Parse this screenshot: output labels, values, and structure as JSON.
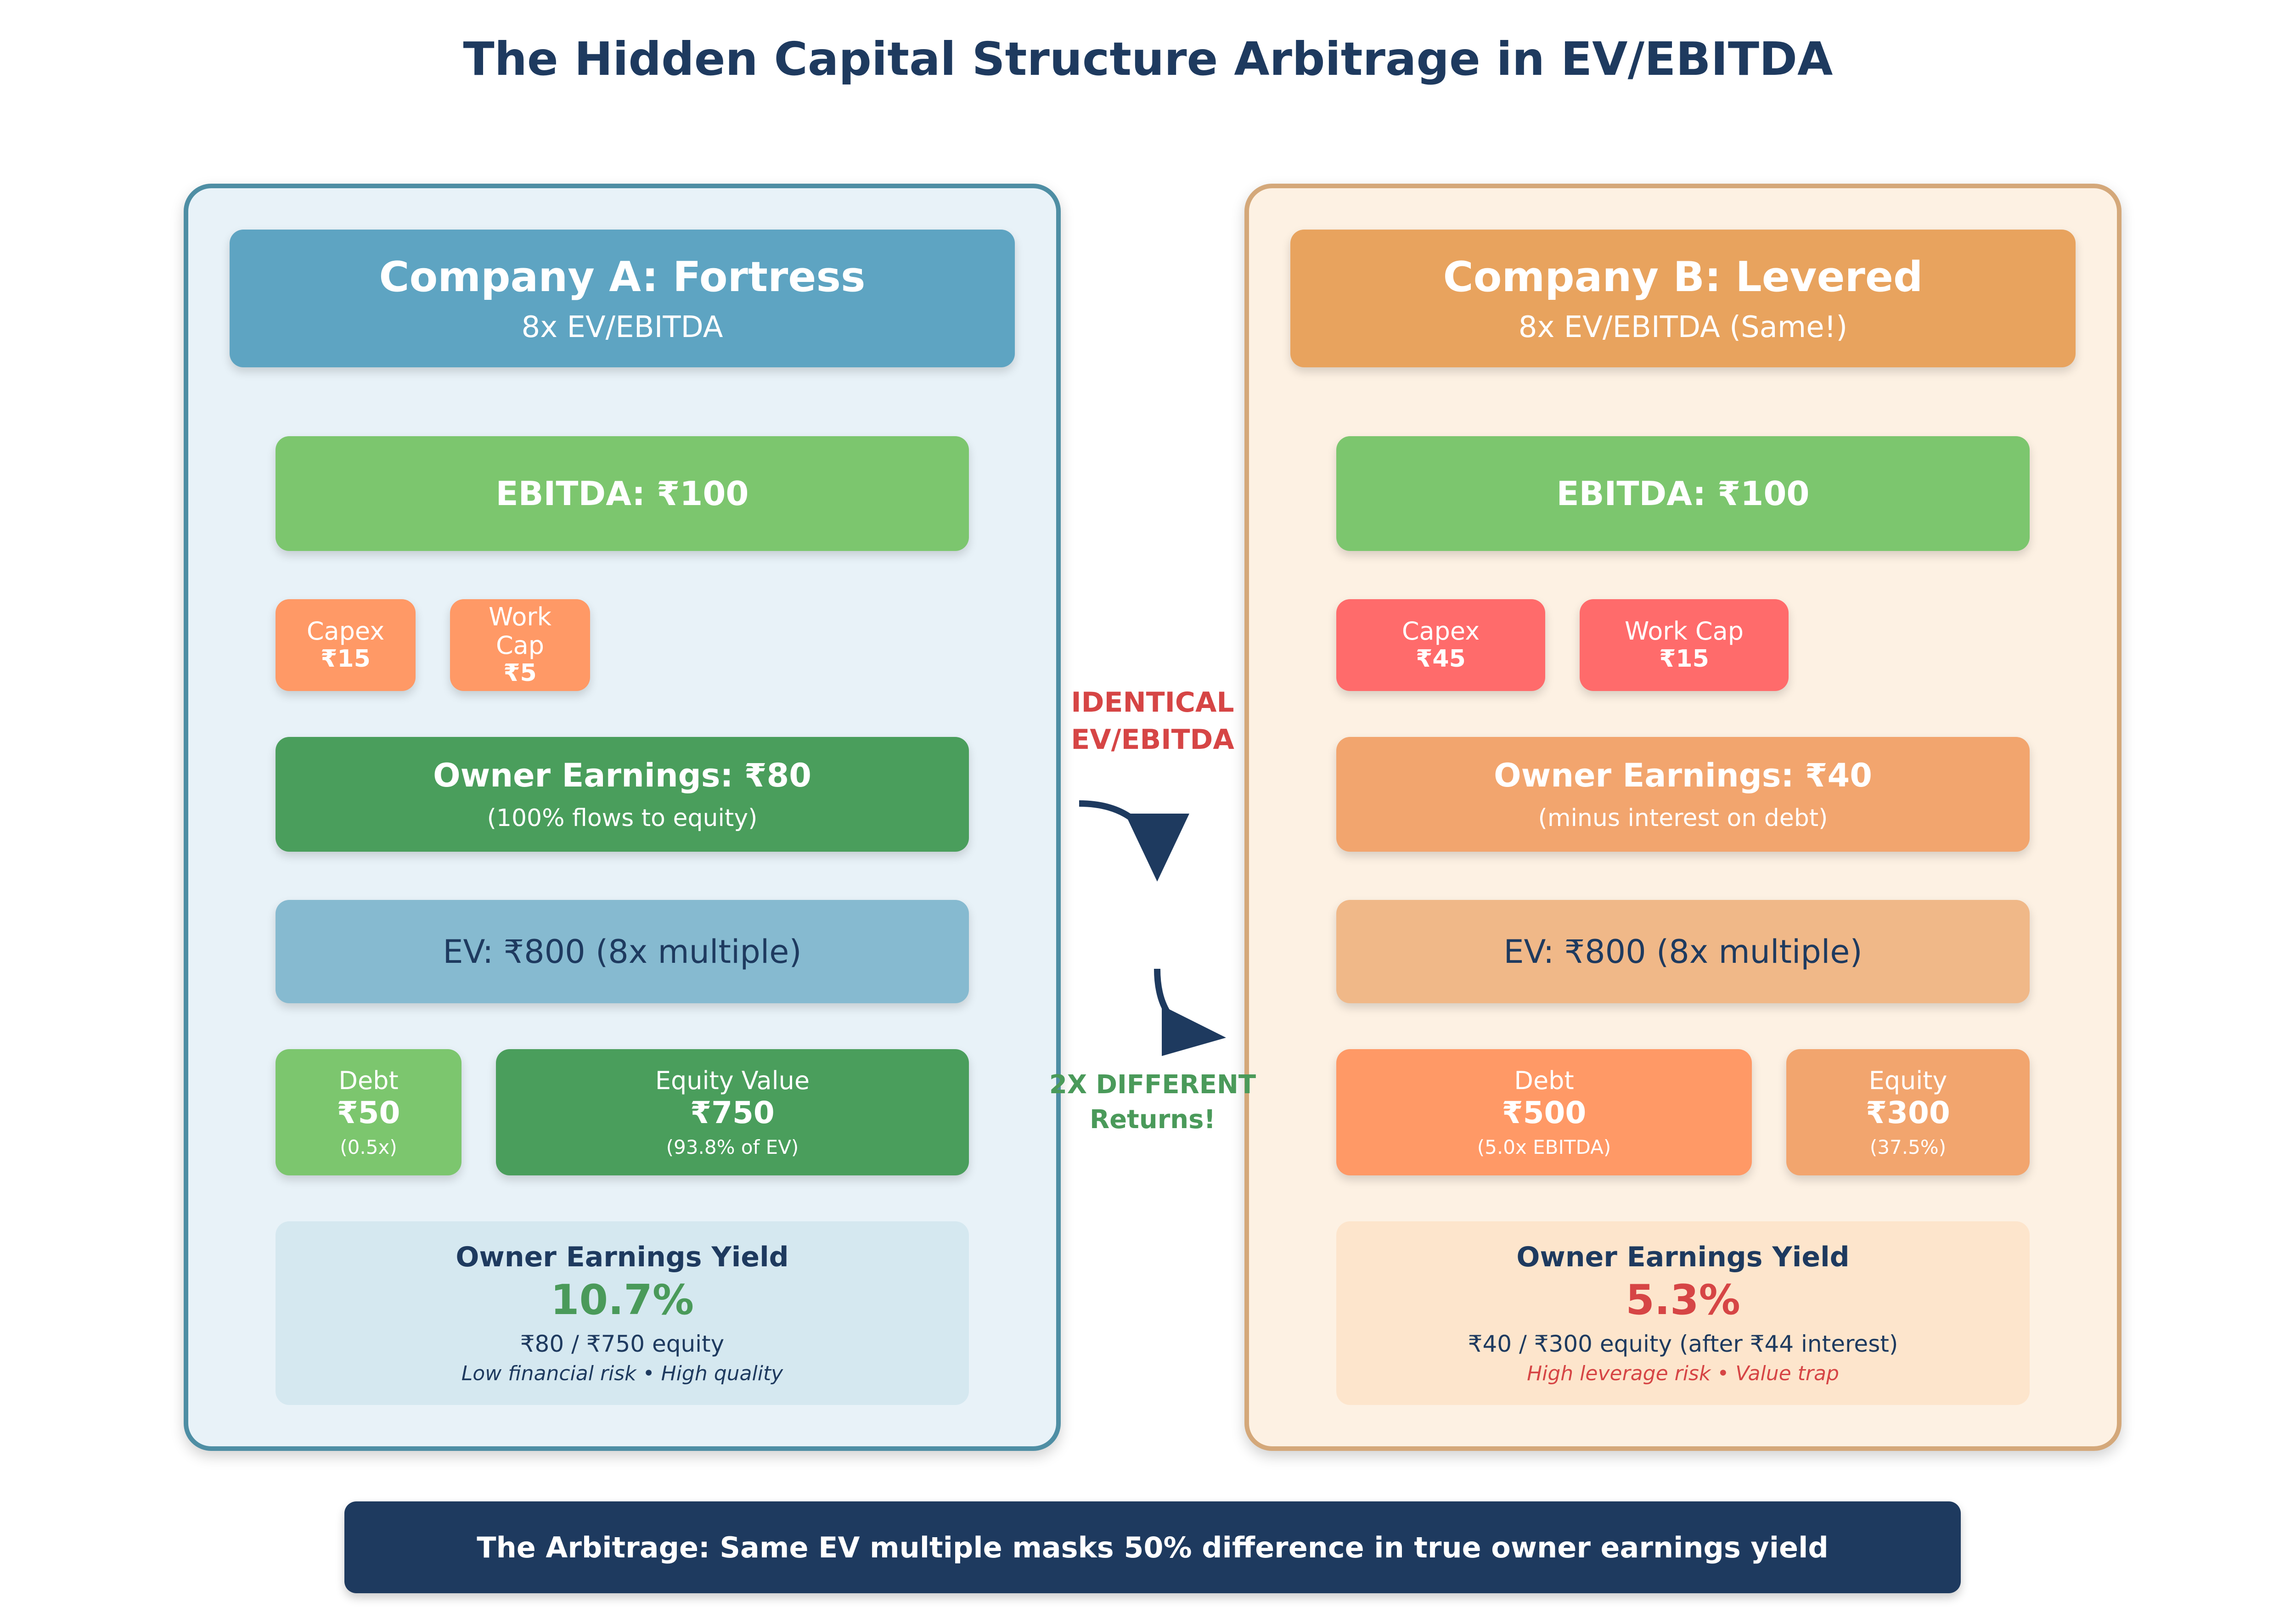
{
  "title": "The Hidden Capital Structure Arbitrage in EV/EBITDA",
  "colors": {
    "navy": "#1e3a5f",
    "panel_a_bg": "#e8f2f8",
    "panel_b_bg": "#fdf1e3",
    "green": "#7cc66e",
    "dark_green": "#4a9e5c",
    "red": "#ff6b6b",
    "orange": "#ff9966",
    "warning_red": "#d64545"
  },
  "company_a": {
    "title": "Company A: Fortress",
    "subtitle": "8x EV/EBITDA",
    "ebitda": "EBITDA: ₹100",
    "capex_label": "Capex",
    "capex_value": "₹15",
    "workcap_label": "Work Cap",
    "workcap_value": "₹5",
    "owner_title": "Owner Earnings: ₹80",
    "owner_sub": "(100% flows to equity)",
    "ev": "EV: ₹800 (8x multiple)",
    "debt_label": "Debt",
    "debt_value": "₹50",
    "debt_note": "(0.5x)",
    "equity_label": "Equity Value",
    "equity_value": "₹750",
    "equity_note": "(93.8% of EV)",
    "yield_title": "Owner Earnings Yield",
    "yield_value": "10.7%",
    "yield_formula": "₹80 / ₹750 equity",
    "yield_risk": "Low financial risk • High quality"
  },
  "company_b": {
    "title": "Company B: Levered",
    "subtitle": "8x EV/EBITDA (Same!)",
    "ebitda": "EBITDA: ₹100",
    "capex_label": "Capex",
    "capex_value": "₹45",
    "workcap_label": "Work Cap",
    "workcap_value": "₹15",
    "owner_title": "Owner Earnings: ₹40",
    "owner_sub": "(minus interest on debt)",
    "ev": "EV: ₹800 (8x multiple)",
    "debt_label": "Debt",
    "debt_value": "₹500",
    "debt_note": "(5.0x EBITDA)",
    "equity_label": "Equity",
    "equity_value": "₹300",
    "equity_note": "(37.5%)",
    "yield_title": "Owner Earnings Yield",
    "yield_value": "5.3%",
    "yield_formula": "₹40 / ₹300 equity (after ₹44 interest)",
    "yield_risk": "High leverage risk • Value trap"
  },
  "middle": {
    "label_top_line1": "IDENTICAL",
    "label_top_line2": "EV/EBITDA",
    "label_bottom_line1": "2X DIFFERENT",
    "label_bottom_line2": "Returns!"
  },
  "footer": "The Arbitrage: Same EV multiple masks 50% difference in true owner earnings yield"
}
